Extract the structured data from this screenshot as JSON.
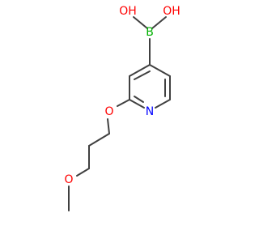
{
  "molecule": {
    "atoms": {
      "boron": {
        "symbol": "B",
        "color": "#00b000"
      },
      "hydroxyl_left": {
        "symbol": "OH",
        "color": "#ff0000"
      },
      "hydroxyl_right": {
        "symbol": "OH",
        "color": "#ff0000"
      },
      "ring_nitrogen": {
        "symbol": "N",
        "color": "#0000ff"
      },
      "ether_oxygen_1": {
        "symbol": "O",
        "color": "#ff0000"
      },
      "ether_oxygen_2": {
        "symbol": "O",
        "color": "#ff0000"
      }
    },
    "bond_color": "#404040"
  }
}
